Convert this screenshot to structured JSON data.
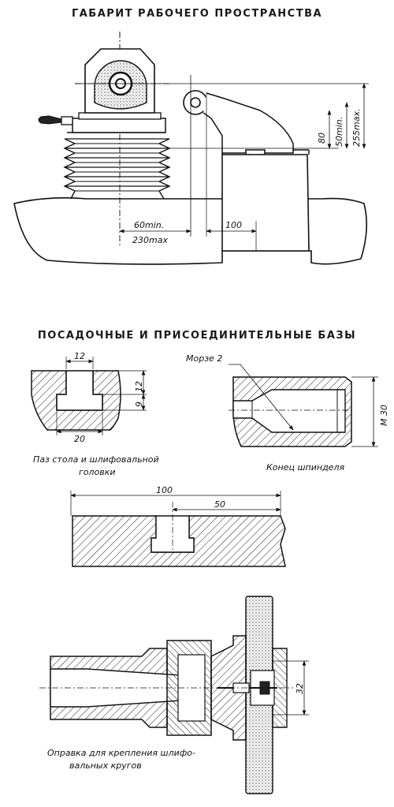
{
  "titles": {
    "workspace": "ГАБАРИТ РАБОЧЕГО ПРОСТРАНСТВА",
    "bases": "ПОСАДОЧНЫЕ И ПРИСОЕДИНИТЕЛЬНЫЕ БАЗЫ"
  },
  "workspace_dims": {
    "d80": "80",
    "d50min": "50min.",
    "d255max": "255max.",
    "d60min": "60min.",
    "d230max": "230max",
    "d100": "100"
  },
  "slot": {
    "d12top": "12",
    "d12side": "12",
    "d9": "9",
    "d20": "20",
    "caption_line1": "Паз стола и шлифовальной",
    "caption_line2": "головки"
  },
  "spindle": {
    "morse": "Морзе 2",
    "m30": "М 30",
    "caption": "Конец шпинделя"
  },
  "table": {
    "d100": "100",
    "d50": "50"
  },
  "mandrel": {
    "d32": "32",
    "caption_line1": "Оправка для крепления шлифо-",
    "caption_line2": "вальных кругов"
  }
}
